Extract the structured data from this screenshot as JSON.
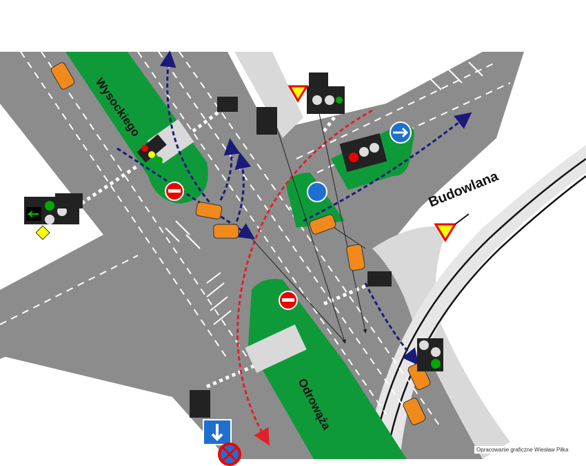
{
  "streets": {
    "north": "Wysockiego",
    "east": "Budowlana",
    "south": "Odrowąża"
  },
  "credit": "Opracowanie graficzne Wiesław Piłka",
  "colors": {
    "road": "#8c8c8c",
    "island": "#0f9a3a",
    "tram_area": "#d9d9d9",
    "conflict_path_red": "#e0202a",
    "vehicle_path_blue": "#1a1a7a",
    "sign_blue": "#1f6fd1"
  }
}
